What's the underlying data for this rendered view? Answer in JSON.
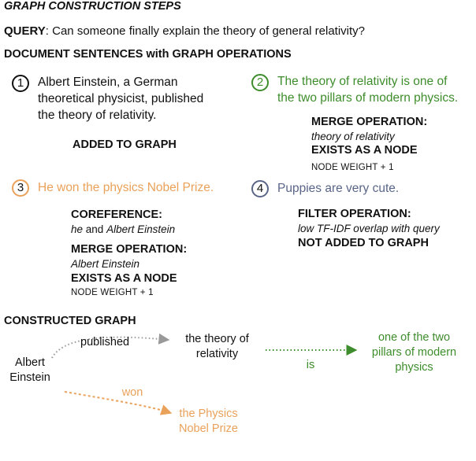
{
  "title": "GRAPH CONSTRUCTION STEPS",
  "query": {
    "label": "QUERY",
    "text": ": Can someone finally explain the theory of general relativity?"
  },
  "section_sentences": "DOCUMENT SENTENCES with GRAPH OPERATIONS",
  "colors": {
    "black": "#111111",
    "green": "#3e8d2c",
    "orange": "#eaa15a",
    "slate": "#5a6688"
  },
  "sentences": [
    {
      "number": "1",
      "lines": [
        "Albert Einstein, a German",
        "theoretical physicist, published",
        "the theory of relativity."
      ]
    },
    {
      "number": "2",
      "lines": [
        "The theory of relativity is one of",
        "the two pillars of modern physics."
      ]
    },
    {
      "number": "3",
      "lines": [
        "He won the physics Nobel Prize."
      ]
    },
    {
      "number": "4",
      "lines": [
        "Puppies are very cute."
      ]
    }
  ],
  "ops": {
    "s1": {
      "result": "ADDED TO GRAPH"
    },
    "s2": {
      "heading": "MERGE OPERATION:",
      "detail": "theory of relativity",
      "result": "EXISTS AS A NODE",
      "weight": "NODE WEIGHT + 1"
    },
    "s3": {
      "coref_heading": "COREFERENCE:",
      "coref_he": "he",
      "coref_and": " and ",
      "coref_entity": "Albert Einstein",
      "merge_heading": "MERGE OPERATION:",
      "merge_detail": "Albert Einstein",
      "result": "EXISTS AS A NODE",
      "weight": "NODE WEIGHT + 1"
    },
    "s4": {
      "heading": "FILTER OPERATION:",
      "detail": "low TF-IDF overlap with query",
      "result": "NOT ADDED TO GRAPH"
    }
  },
  "section_graph": "CONSTRUCTED GRAPH",
  "graph": {
    "nodes": {
      "einstein": [
        "Albert",
        "Einstein"
      ],
      "relativity": [
        "the theory of",
        "relativity"
      ],
      "pillars": [
        "one of the two",
        "pillars of modern",
        "physics"
      ],
      "nobel": [
        "the Physics",
        "Nobel Prize"
      ]
    },
    "edges": {
      "published": "published",
      "is": "is",
      "won": "won"
    }
  }
}
